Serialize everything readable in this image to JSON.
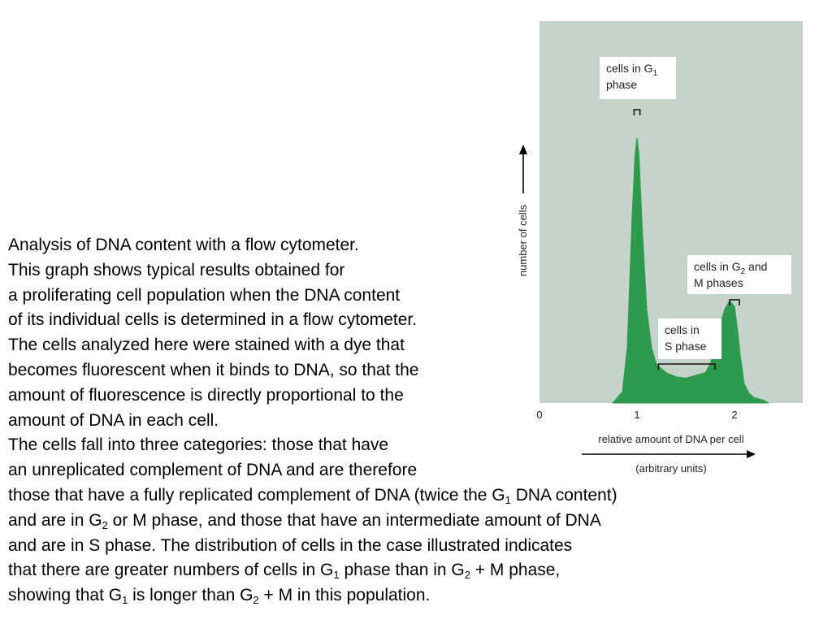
{
  "caption": {
    "lines": [
      [
        {
          "t": " Analysis of DNA content with a flow cytometer."
        }
      ],
      [
        {
          "t": "This graph shows typical results obtained for"
        }
      ],
      [
        {
          "t": "a proliferating cell population when the DNA content"
        }
      ],
      [
        {
          "t": "of its individual cells is determined in a flow cytometer."
        }
      ],
      [
        {
          "t": "The cells analyzed here were stained with a dye that"
        }
      ],
      [
        {
          "t": "becomes fluorescent when it binds to DNA, so that the"
        }
      ],
      [
        {
          "t": "amount of fluorescence is directly proportional to the"
        }
      ],
      [
        {
          "t": "amount of DNA in each cell."
        }
      ],
      [
        {
          "t": "The cells fall into three categories: those that have"
        }
      ],
      [
        {
          "t": "an unreplicated complement of DNA and are therefore"
        }
      ],
      [
        {
          "t": "those that have a fully replicated complement of DNA (twice the G"
        },
        {
          "sub": "1"
        },
        {
          "t": " DNA content)"
        }
      ],
      [
        {
          "t": "and are in G"
        },
        {
          "sub": "2"
        },
        {
          "t": " or M phase, and those that have an intermediate amount of DNA"
        }
      ],
      [
        {
          "t": "and are in S phase. The distribution of cells in the case illustrated indicates"
        }
      ],
      [
        {
          "t": "that there are greater numbers of cells in G"
        },
        {
          "sub": "1"
        },
        {
          "t": " phase than in G"
        },
        {
          "sub": "2"
        },
        {
          "t": " + M phase,"
        }
      ],
      [
        {
          "t": "showing that G"
        },
        {
          "sub": "1"
        },
        {
          "t": " is longer than G"
        },
        {
          "sub": "2"
        },
        {
          "t": " + M in this population."
        }
      ]
    ]
  },
  "chart_data": {
    "type": "area",
    "xlabel": "relative amount of DNA per cell",
    "xlabel_sub": "(arbitrary units)",
    "ylabel": "number of cells",
    "xticks": [
      "0",
      "1",
      "2"
    ],
    "xlim": [
      0,
      2.75
    ],
    "ylim": [
      0,
      1
    ],
    "grid": false,
    "colors": {
      "background": "#c6d3ca",
      "fill": "#2e9a4e",
      "arrow": "#000000"
    },
    "series": [
      {
        "x": [
          0.75,
          0.85,
          0.9,
          0.95,
          0.98,
          1.0,
          1.02,
          1.05,
          1.1,
          1.15,
          1.2,
          1.3,
          1.4,
          1.5,
          1.6,
          1.7,
          1.75,
          1.8,
          1.85,
          1.9,
          1.95,
          2.0,
          2.03,
          2.06,
          2.1,
          2.15,
          2.2,
          2.3,
          2.35
        ],
        "y": [
          0.0,
          0.04,
          0.2,
          0.68,
          0.9,
          0.96,
          0.9,
          0.66,
          0.34,
          0.2,
          0.14,
          0.11,
          0.095,
          0.09,
          0.1,
          0.11,
          0.14,
          0.2,
          0.28,
          0.34,
          0.37,
          0.35,
          0.27,
          0.17,
          0.07,
          0.035,
          0.02,
          0.01,
          0.0
        ]
      }
    ],
    "annotations": [
      {
        "line1": "cells in G",
        "sub": "1",
        "line2": "phase",
        "x_range": [
          0.97,
          1.03
        ]
      },
      {
        "line1": "cells in G",
        "sub": "2",
        "tail": " and",
        "line2": "M phases",
        "x_range": [
          1.95,
          2.05
        ]
      },
      {
        "line1": "cells in",
        "sub": "",
        "line2": "S phase",
        "x_range": [
          1.22,
          1.8
        ]
      }
    ]
  }
}
